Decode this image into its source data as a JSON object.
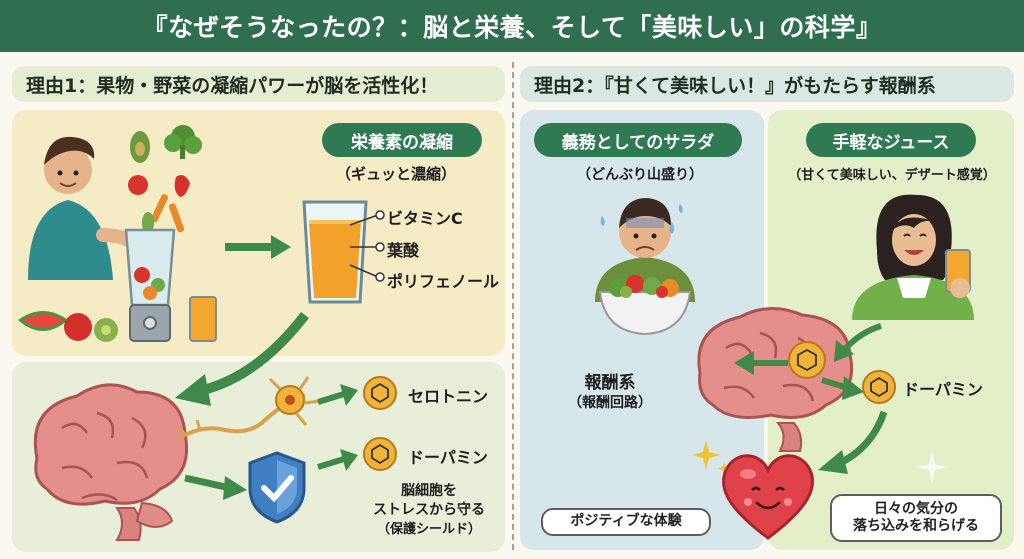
{
  "title": "『なぜそうなったの？：脳と栄養、そして「美味しい」の科学』",
  "left": {
    "header": "理由1：果物・野菜の凝縮パワーが脳を活性化！",
    "nutrient_pill": "栄養素の凝縮",
    "nutrient_sub": "（ギュッと濃縮）",
    "nutrients": [
      "ビタミンC",
      "葉酸",
      "ポリフェノール"
    ],
    "neuro": [
      "セロトニン",
      "ドーパミン"
    ],
    "shield_caption": [
      "脳細胞を",
      "ストレスから守る",
      "（保護シールド）"
    ]
  },
  "right": {
    "header": "理由2：『甘くて美味しい！』がもたらす報酬系",
    "salad_pill": "義務としてのサラダ",
    "salad_sub": "（どんぶり山盛り）",
    "juice_pill": "手軽なジュース",
    "juice_sub": "（甘くて美味しい、デザート感覚）",
    "reward_title": "報酬系",
    "reward_sub": "（報酬回路）",
    "dopamine": "ドーパミン",
    "positive": "ポジティブな体験",
    "mood": [
      "日々の気分の",
      "落ち込みを和らげる"
    ]
  },
  "colors": {
    "title_bg": "#2f6e4f",
    "accent_green": "#2f7a52",
    "juice_orange": "#f2a22a",
    "brain_pink": "#e58f8c",
    "heart_red": "#e0424a"
  }
}
